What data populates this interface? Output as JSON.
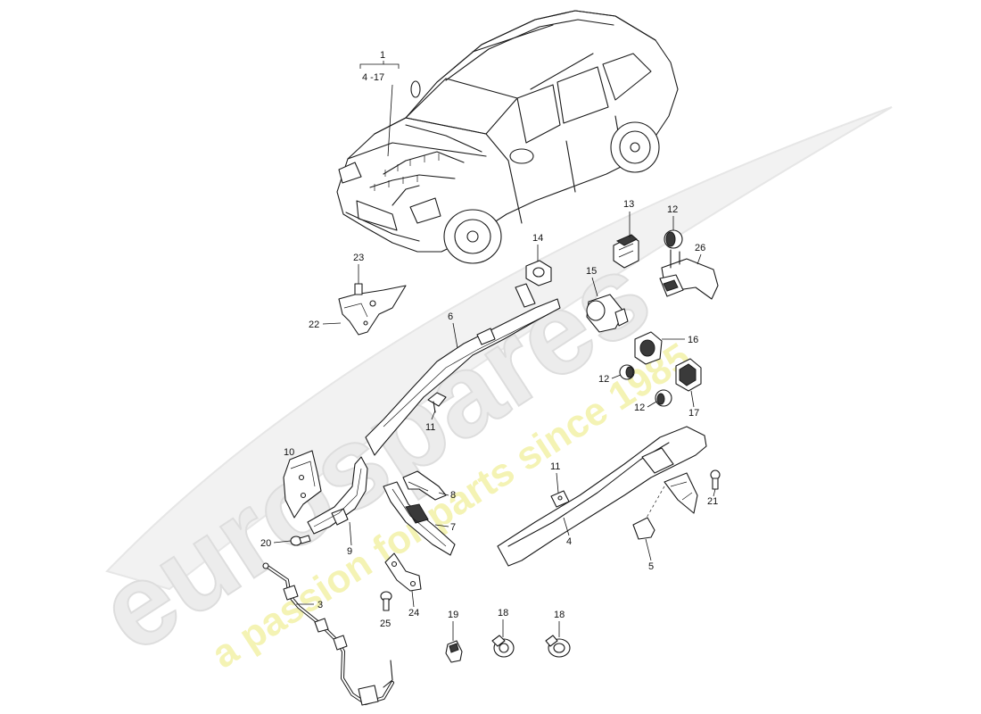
{
  "watermark": {
    "brand": "eurospares",
    "slogan": "a passion for parts since 1985"
  },
  "callouts": {
    "c1": "1",
    "c1_range": "4 -17",
    "c3": "3",
    "c4": "4",
    "c5": "5",
    "c6": "6",
    "c7": "7",
    "c8": "8",
    "c9": "9",
    "c10": "10",
    "c11a": "11",
    "c11b": "11",
    "c12a": "12",
    "c12b": "12",
    "c12c": "12",
    "c13": "13",
    "c14": "14",
    "c15": "15",
    "c16": "16",
    "c17": "17",
    "c18a": "18",
    "c18b": "18",
    "c19": "19",
    "c20": "20",
    "c21": "21",
    "c22": "22",
    "c23": "23",
    "c24": "24",
    "c25": "25",
    "c26": "26"
  }
}
